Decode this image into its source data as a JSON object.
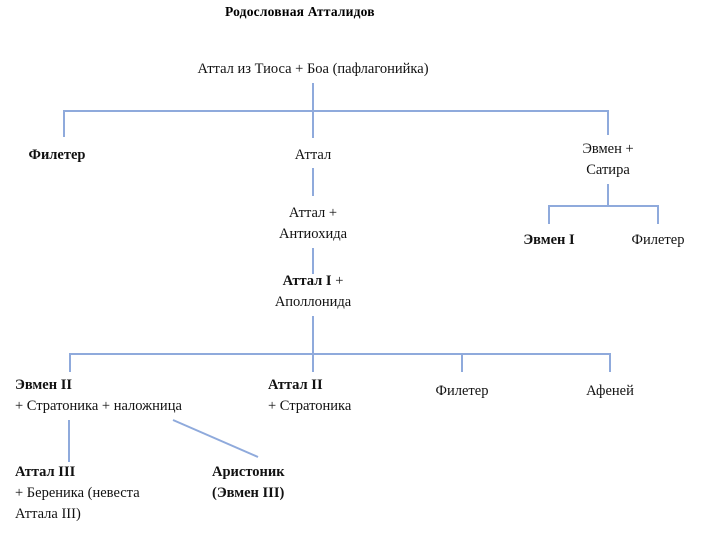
{
  "document": {
    "title": "Родословная Атталидов",
    "language": "ru",
    "type": "genealogy-tree"
  },
  "colors": {
    "connector": "#8FAADC",
    "text": "#111111",
    "background": "#ffffff"
  },
  "chart_data": {
    "type": "diagram",
    "title": "Родословная Атталидов",
    "subtype": "family-tree",
    "nodes": [
      {
        "id": "attalos-of-tios",
        "lines": [
          "Аттал из Тиоса + Боа (пафлагонийка)"
        ],
        "bold": false,
        "generation": 0
      },
      {
        "id": "philetairos",
        "lines": [
          "Филетер"
        ],
        "bold": true,
        "generation": 1
      },
      {
        "id": "attalos",
        "lines": [
          "Аттал"
        ],
        "bold": false,
        "generation": 1
      },
      {
        "id": "eumenes-satyra",
        "lines": [
          "Эвмен +",
          "Сатира"
        ],
        "bold": false,
        "generation": 1
      },
      {
        "id": "eumenes-i",
        "lines": [
          "Эвмен I"
        ],
        "bold": true,
        "generation": 2
      },
      {
        "id": "philetairos-2",
        "lines": [
          "Филетер"
        ],
        "bold": false,
        "generation": 2
      },
      {
        "id": "attalos-antiochis",
        "lines": [
          "Аттал +",
          "Антиохида"
        ],
        "bold": false,
        "generation": 2
      },
      {
        "id": "attalos-i-apollonis",
        "lines": [
          "Аттал I +",
          "Аполлонида"
        ],
        "bold_part": "Аттал I",
        "rest_part": " +",
        "second_line": "Аполлонида",
        "generation": 3
      },
      {
        "id": "eumenes-ii",
        "lines": [
          "Эвмен II",
          "+ Стратоника + наложница"
        ],
        "bold_first_line": true,
        "generation": 4
      },
      {
        "id": "attalos-ii",
        "lines": [
          "Аттал II",
          "+ Стратоника"
        ],
        "bold_first_line": true,
        "generation": 4
      },
      {
        "id": "philetairos-3",
        "lines": [
          "Филетер"
        ],
        "bold": false,
        "generation": 4
      },
      {
        "id": "athenaios",
        "lines": [
          "Афеней"
        ],
        "bold": false,
        "generation": 4
      },
      {
        "id": "attalos-iii",
        "lines": [
          "Аттал III",
          "+ Береника (невеста",
          "Аттала III)"
        ],
        "bold_first_line": true,
        "generation": 5
      },
      {
        "id": "aristonikos",
        "lines": [
          "Аристоник",
          "(Эвмен III)"
        ],
        "bold": true,
        "generation": 5
      }
    ],
    "edges": [
      {
        "from": "attalos-of-tios",
        "to": "philetairos"
      },
      {
        "from": "attalos-of-tios",
        "to": "attalos"
      },
      {
        "from": "attalos-of-tios",
        "to": "eumenes-satyra"
      },
      {
        "from": "eumenes-satyra",
        "to": "eumenes-i"
      },
      {
        "from": "eumenes-satyra",
        "to": "philetairos-2"
      },
      {
        "from": "attalos",
        "to": "attalos-antiochis"
      },
      {
        "from": "attalos-antiochis",
        "to": "attalos-i-apollonis"
      },
      {
        "from": "attalos-i-apollonis",
        "to": "eumenes-ii"
      },
      {
        "from": "attalos-i-apollonis",
        "to": "attalos-ii"
      },
      {
        "from": "attalos-i-apollonis",
        "to": "philetairos-3"
      },
      {
        "from": "attalos-i-apollonis",
        "to": "athenaios"
      },
      {
        "from": "eumenes-ii",
        "to": "attalos-iii"
      },
      {
        "from": "eumenes-ii",
        "to": "aristonikos",
        "style": "diagonal"
      }
    ]
  },
  "nodes": {
    "root": {
      "text": "Аттал из Тиоса + Боа (пафлагонийка)"
    },
    "philetairos": {
      "text": "Филетер"
    },
    "attalos": {
      "text": "Аттал"
    },
    "eumenes_satyra": {
      "line1": "Эвмен +",
      "line2": "Сатира"
    },
    "eumenes_i": {
      "text": "Эвмен I"
    },
    "philetairos_2": {
      "text": "Филетер"
    },
    "attalos_antiochis": {
      "line1": "Аттал +",
      "line2": "Антиохида"
    },
    "attalos_i": {
      "bold": "Аттал I",
      "plus": " +",
      "line2": "Аполлонида"
    },
    "eumenes_ii": {
      "line1": "Эвмен II",
      "line2": "+ Стратоника + наложница"
    },
    "attalos_ii": {
      "line1": "Аттал II",
      "line2": "+ Стратоника"
    },
    "philetairos_3": {
      "text": "Филетер"
    },
    "athenaios": {
      "text": "Афеней"
    },
    "attalos_iii": {
      "line1": "Аттал III",
      "line2": "+ Береника (невеста",
      "line3": "Аттала III)"
    },
    "aristonikos": {
      "line1": "Аристоник",
      "line2": "(Эвмен III)"
    }
  }
}
